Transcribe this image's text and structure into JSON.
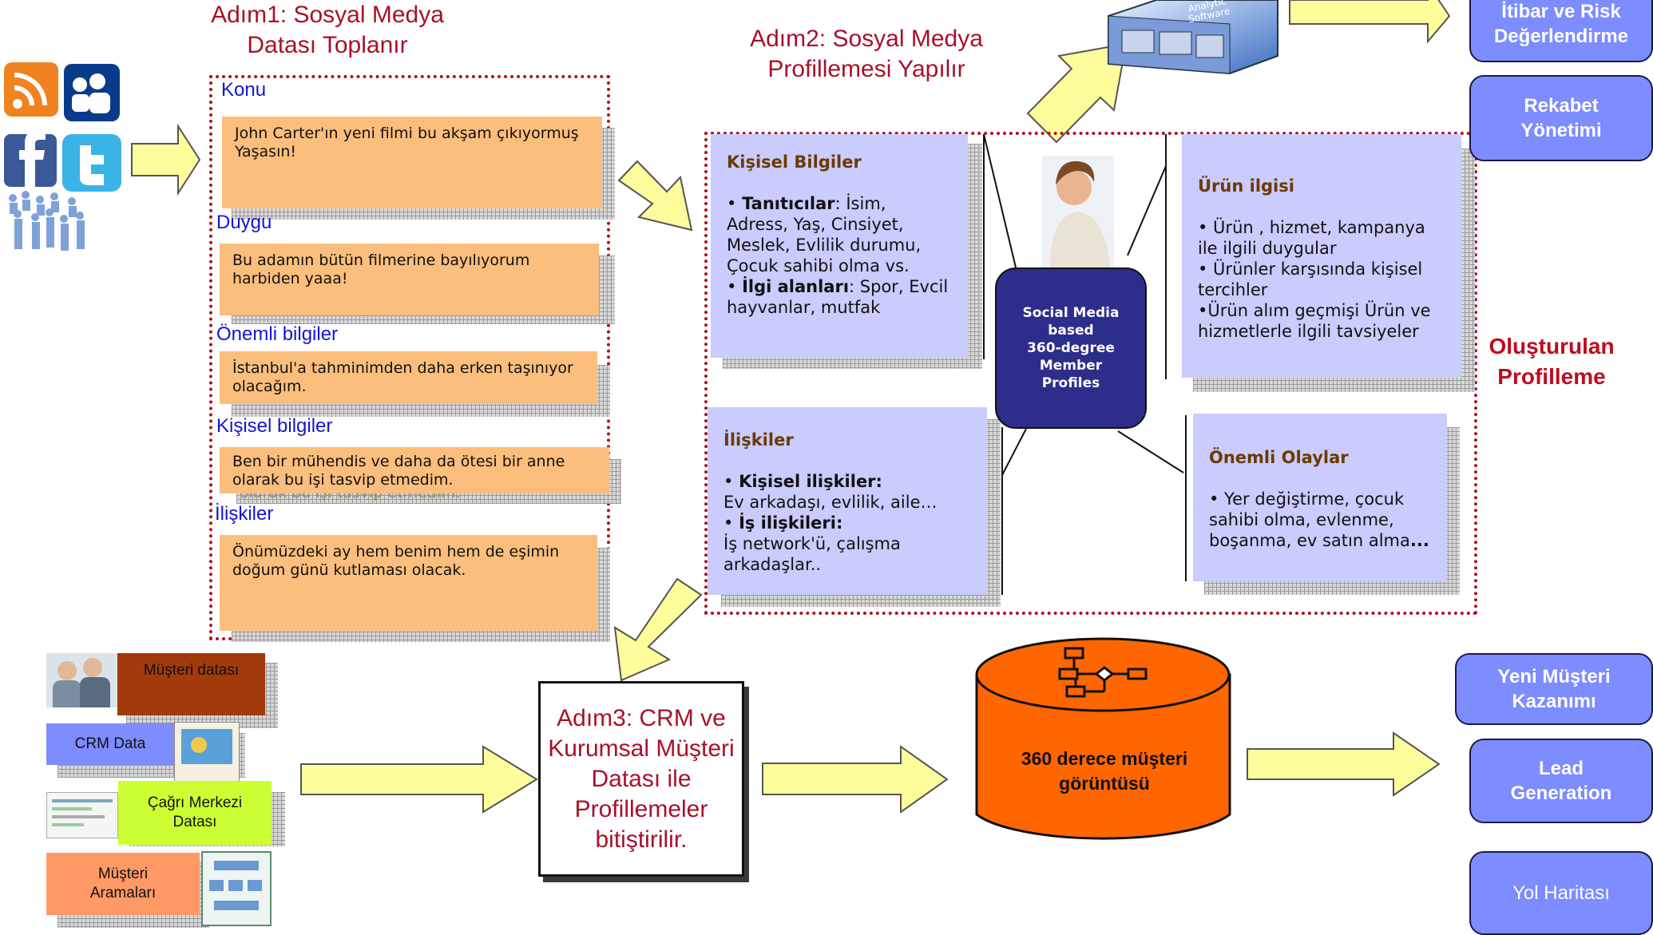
{
  "step1": {
    "title": "Adım1: Sosyal Medya\nDatası Toplanır",
    "topics": [
      {
        "label": "Konu",
        "text": "John Carter'ın yeni filmi bu akşam çıkıyormuş\nYaşasın!"
      },
      {
        "label": "Duygu",
        "text": "Bu adamın bütün filmerine bayılıyorum\nharbiden yaaa!"
      },
      {
        "label": "Önemli bilgiler",
        "text": "İstanbul'a tahminimden daha erken taşınıyor\nolacağım."
      },
      {
        "label": "Kişisel bilgiler",
        "text": "Ben bir mühendis ve daha da ötesi bir anne\nolarak bu işi tasvip etmedim."
      },
      {
        "label": "İlişkiler",
        "text": " Önümüzdeki ay hem benim hem de eşimin\ndoğum günü kutlaması olacak."
      }
    ],
    "ghost_text": "olarak bu işi tasvip etmedim."
  },
  "step2": {
    "title": "Adım2: Sosyal Medya\nProfillemesi Yapılır",
    "center_label": "Social Media\nbased\n360-degree\nMember\nProfiles",
    "boxes": {
      "kisisel": {
        "title": "Kişisel Bilgiler",
        "b1_bold": "Tanıtıcılar",
        "b1_rest": ": İsim,\nAdress, Yaş, Cinsiyet,\nMeslek, Evlilik durumu,\nÇocuk sahibi olma vs.",
        "b2_bold": "İlgi alanları",
        "b2_rest": ": Spor, Evcil\nhayvanlar, mutfak"
      },
      "urun": {
        "title": "Ürün ilgisi",
        "text": "• Ürün , hizmet, kampanya\nile ilgili duygular\n• Ürünler karşısında kişisel\ntercihler\n•Ürün alım geçmişi Ürün ve\nhizmetlerle ilgili tavsiyeler"
      },
      "iliskiler": {
        "title": "İlişkiler",
        "b1_bold": "Kişisel ilişkiler:",
        "b1_rest": "Ev arkadaşı, evlilik, aile…",
        "b2_bold": "İş ilişkileri:",
        "b2_rest": "İş network'ü, çalışma\narkadaşlar.."
      },
      "olaylar": {
        "title": "Önemli Olaylar",
        "text": "• Yer değiştirme, çocuk\nsahibi olma, evlenme,\nboşanma, ev satın alma",
        "text_bold_end": "..."
      }
    },
    "result_label": "Oluşturulan\nProfilleme"
  },
  "step3": {
    "title": "Adım3: CRM ve\nKurumsal Müşteri\nDatası ile\nProfillemeler\nbitiştirilir.",
    "sources": [
      {
        "label": "Müşteri datası",
        "color": "#a23a0c"
      },
      {
        "label": "CRM Data",
        "color": "#7d8cff"
      },
      {
        "label": "Çağrı Merkezi\nDatası",
        "color": "#ccff33"
      },
      {
        "label": "Müşteri\nAramaları",
        "color": "#ff9966"
      }
    ]
  },
  "database": {
    "label": "360 derece müşteri\ngörüntüsü",
    "color": "#ff6600"
  },
  "top_outputs": [
    "İtibar ve Risk\nDeğerlendirme",
    "Rekabet\nYönetimi"
  ],
  "bottom_outputs": [
    "Yeni Müşteri\nKazanımı",
    "Lead\nGeneration",
    "Yol Haritası"
  ],
  "software_box_text": "Analytic\nSoftware",
  "colors": {
    "arrow_fill": "#fdfd9c",
    "accent_red": "#a8102a",
    "profile_box": "#c9ccfc",
    "note": "#fbbe7c",
    "output_btn": "#7d8cff",
    "center_node": "#2d2d8c"
  }
}
